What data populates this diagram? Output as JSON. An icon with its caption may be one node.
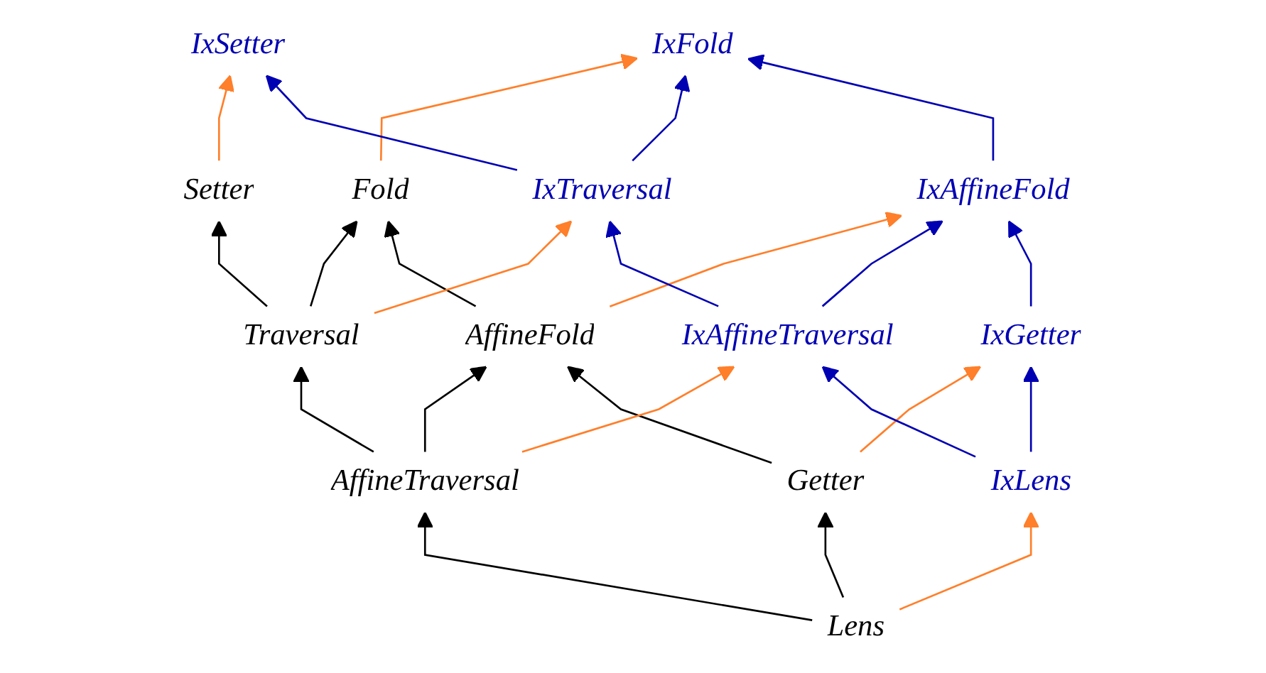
{
  "diagram": {
    "nodes": [
      {
        "text": [
          "IxSetter"
        ]
      },
      {
        "text": [
          "IxFold"
        ]
      },
      {
        "text": [
          "Setter"
        ]
      },
      {
        "text": [
          "Fold"
        ]
      },
      {
        "text": [
          "IxTraversal"
        ]
      },
      {
        "text": [
          "IxAffineFold"
        ]
      },
      {
        "text": [
          "Traversal"
        ]
      },
      {
        "text": [
          "AffineFold"
        ]
      },
      {
        "text": [
          "IxAffineTraversal"
        ]
      },
      {
        "text": [
          "IxGetter"
        ]
      },
      {
        "text": [
          "AffineTraversal"
        ]
      },
      {
        "text": [
          "Getter"
        ]
      },
      {
        "text": [
          "IxLens"
        ]
      },
      {
        "text": [
          "Lens"
        ]
      }
    ],
    "edges": [
      {
        "from": 2,
        "to": 0,
        "arrow": "to",
        "color": "#ff7f2a"
      },
      {
        "from": 3,
        "to": 1,
        "arrow": "to",
        "color": "#ff7f2a"
      },
      {
        "from": 4,
        "to": 0,
        "arrow": "to",
        "color": "#0000b3"
      },
      {
        "from": 4,
        "to": 1,
        "arrow": "to",
        "color": "#0000b3"
      },
      {
        "from": 5,
        "to": 1,
        "arrow": "to",
        "color": "#0000b3"
      },
      {
        "from": 6,
        "to": 2,
        "arrow": "to",
        "color": "#000000"
      },
      {
        "from": 6,
        "to": 3,
        "arrow": "to",
        "color": "#000000"
      },
      {
        "from": 7,
        "to": 3,
        "arrow": "to",
        "color": "#000000"
      },
      {
        "from": 6,
        "to": 4,
        "arrow": "to",
        "color": "#ff7f2a"
      },
      {
        "from": 7,
        "to": 5,
        "arrow": "to",
        "color": "#ff7f2a"
      },
      {
        "from": 8,
        "to": 4,
        "arrow": "to",
        "color": "#0000b3"
      },
      {
        "from": 8,
        "to": 5,
        "arrow": "to",
        "color": "#0000b3"
      },
      {
        "from": 9,
        "to": 5,
        "arrow": "to",
        "color": "#0000b3"
      },
      {
        "from": 10,
        "to": 6,
        "arrow": "to",
        "color": "#000000"
      },
      {
        "from": 10,
        "to": 7,
        "arrow": "to",
        "color": "#000000"
      },
      {
        "from": 11,
        "to": 7,
        "arrow": "to",
        "color": "#000000"
      },
      {
        "from": 10,
        "to": 8,
        "arrow": "to",
        "color": "#ff7f2a"
      },
      {
        "from": 11,
        "to": 9,
        "arrow": "to",
        "color": "#ff7f2a"
      },
      {
        "from": 12,
        "to": 8,
        "arrow": "to",
        "color": "#0000b3"
      },
      {
        "from": 12,
        "to": 9,
        "arrow": "to",
        "color": "#0000b3"
      },
      {
        "from": 13,
        "to": 10,
        "arrow": "to",
        "color": "#000000"
      },
      {
        "from": 13,
        "to": 11,
        "arrow": "to",
        "color": "#000000"
      },
      {
        "from": 13,
        "to": 12,
        "arrow": "to",
        "color": "#ff7f2a"
      }
    ]
  }
}
